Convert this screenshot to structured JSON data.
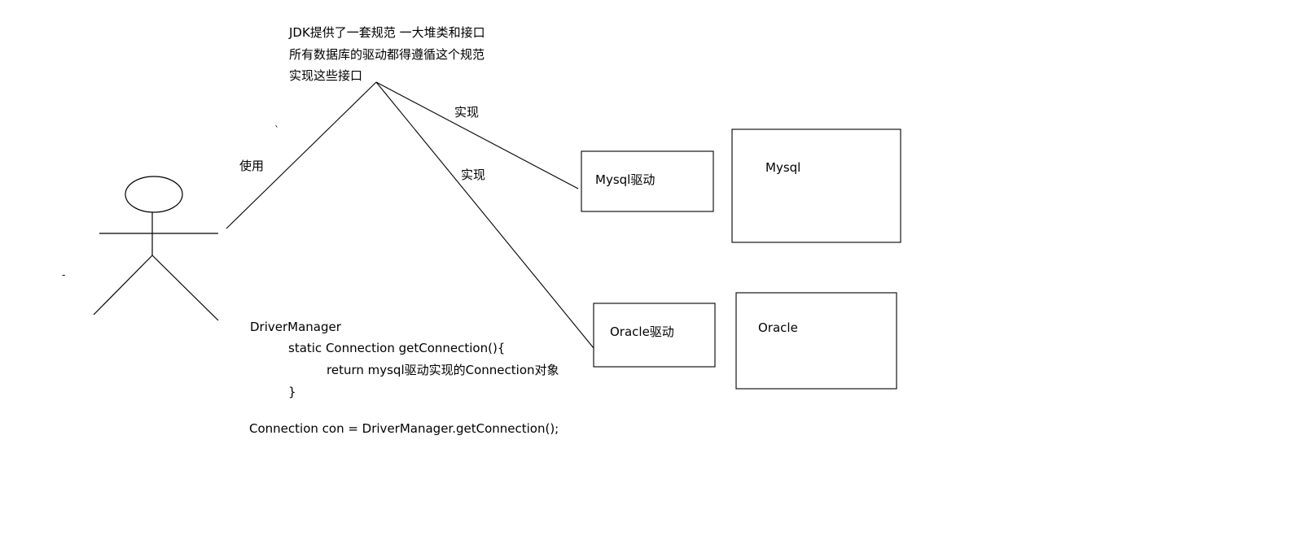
{
  "note": {
    "line1": "JDK提供了一套规范 一大堆类和接口",
    "line2": "所有数据库的驱动都得遵循这个规范",
    "line3": "实现这些接口"
  },
  "edges": {
    "use_label": "使用",
    "impl_mysql_label": "实现",
    "impl_oracle_label": "实现"
  },
  "boxes": {
    "mysql_driver": "Mysql驱动",
    "mysql_db": "Mysql",
    "oracle_driver": "Oracle驱动",
    "oracle_db": "Oracle"
  },
  "code": {
    "line1": "DriverManager",
    "line2": "static Connection getConnection(){",
    "line3": "return mysql驱动实现的Connection对象",
    "line4": "}",
    "line5": "Connection  con = DriverManager.getConnection();"
  },
  "stray_marks": {
    "mark1": "`",
    "mark2": "-"
  },
  "colors": {
    "ink": "#000000",
    "background": "#ffffff"
  }
}
